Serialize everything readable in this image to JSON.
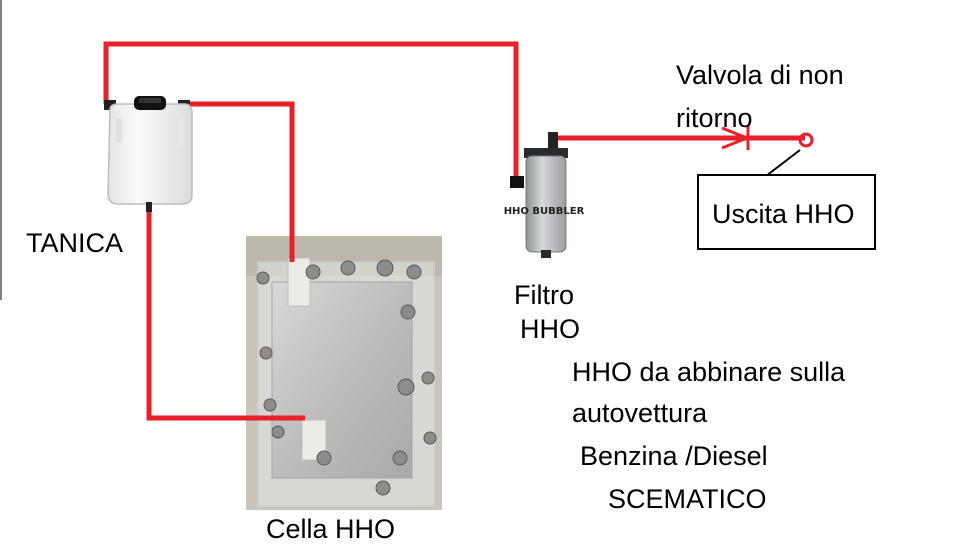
{
  "labels": {
    "tanica": "TANICA",
    "valvola_line1": "Valvola di non",
    "valvola_line2": "ritorno",
    "uscita": "Uscita HHO",
    "filtro_line1": "Filtro",
    "filtro_line2": "HHO",
    "bubbler_print": "HHO BUBBLER",
    "note_line1": "HHO da abbinare sulla",
    "note_line2": "autovettura",
    "note_line3": "Benzina /Diesel",
    "note_line4": "SCEMATICO",
    "cella": "Cella HHO"
  },
  "colors": {
    "pipe": "#e8202a",
    "tank_body": "#f4f4f4",
    "tank_cap": "#111111",
    "filter_body": "#b9bcbe",
    "filter_cap": "#2a2a2a",
    "cell_background": "#c9c5bc",
    "cell_plate": "#bcbcbc",
    "bolt": "#8c8c8c",
    "outline": "#000000"
  },
  "icons": {
    "tank": "water-tank-image",
    "filter": "hho-bubbler-filter-image",
    "cell": "hho-cell-image",
    "valve": "check-valve-symbol",
    "outlet": "outlet-circle-symbol"
  }
}
